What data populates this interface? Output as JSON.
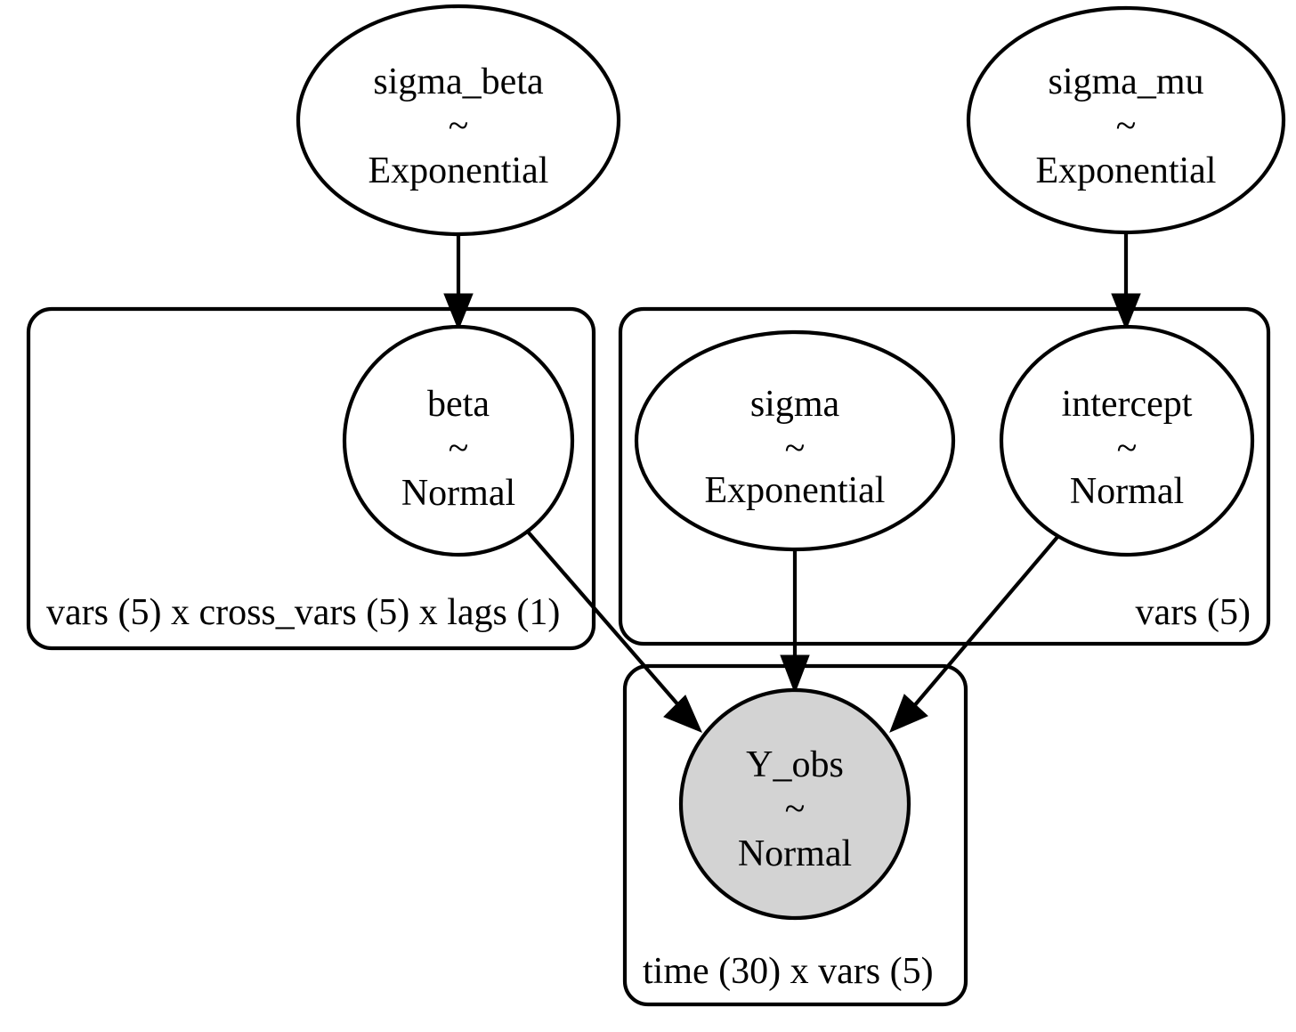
{
  "diagram": {
    "type": "probabilistic-graphical-model",
    "title": "",
    "background_color": "#ffffff",
    "stroke_color": "#000000",
    "observed_fill_color": "#d3d3d3",
    "latent_fill_color": "#ffffff",
    "tilde": "~"
  },
  "nodes": [
    {
      "id": "sigma_beta",
      "name": "sigma_beta",
      "distribution": "Exponential",
      "observed": false,
      "shape": "ellipse",
      "plate": null
    },
    {
      "id": "sigma_mu",
      "name": "sigma_mu",
      "distribution": "Exponential",
      "observed": false,
      "shape": "ellipse",
      "plate": null
    },
    {
      "id": "beta",
      "name": "beta",
      "distribution": "Normal",
      "observed": false,
      "shape": "circle",
      "plate": "plate_beta"
    },
    {
      "id": "sigma",
      "name": "sigma",
      "distribution": "Exponential",
      "observed": false,
      "shape": "ellipse",
      "plate": "plate_vars"
    },
    {
      "id": "intercept",
      "name": "intercept",
      "distribution": "Normal",
      "observed": false,
      "shape": "ellipse",
      "plate": "plate_vars"
    },
    {
      "id": "Y_obs",
      "name": "Y_obs",
      "distribution": "Normal",
      "observed": true,
      "shape": "circle",
      "plate": "plate_obs"
    }
  ],
  "plates": [
    {
      "id": "plate_beta",
      "label": "vars (5) x cross_vars (5) x lags (1)",
      "label_align": "left"
    },
    {
      "id": "plate_vars",
      "label": "vars (5)",
      "label_align": "right"
    },
    {
      "id": "plate_obs",
      "label": "time (30) x vars (5)",
      "label_align": "left"
    }
  ],
  "edges": [
    {
      "id": "e1",
      "from": "sigma_beta",
      "to": "beta"
    },
    {
      "id": "e2",
      "from": "sigma_mu",
      "to": "intercept"
    },
    {
      "id": "e3",
      "from": "beta",
      "to": "Y_obs"
    },
    {
      "id": "e4",
      "from": "sigma",
      "to": "Y_obs"
    },
    {
      "id": "e5",
      "from": "intercept",
      "to": "Y_obs"
    }
  ]
}
